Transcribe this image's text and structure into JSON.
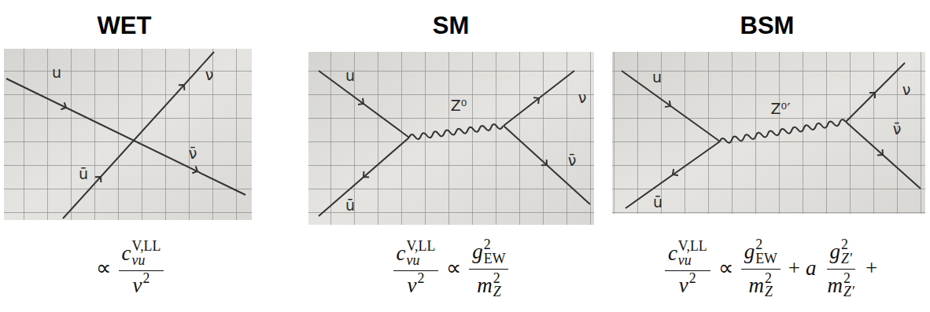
{
  "diagram": {
    "labels": [
      "WET",
      "SM",
      "BSM",
      "u",
      "ν",
      "ū",
      "ν̄",
      "u",
      "Z⁰",
      "ν",
      "ū",
      "ν̄",
      "u",
      "Z⁰′",
      "ν",
      "ū",
      "ν̄",
      "∝",
      "c",
      "V,LL",
      "νu",
      "v",
      "2",
      "c",
      "V,LL",
      "νu",
      "v",
      "2",
      "∝",
      "g",
      "2",
      "EW",
      "m",
      "2",
      "Z",
      "c",
      "V,LL",
      "νu",
      "v",
      "2",
      "∝",
      "g",
      "2",
      "EW",
      "m",
      "2",
      "Z",
      "+",
      "a",
      "g",
      "2",
      "Z′",
      "m",
      "2",
      "Z′",
      "+"
    ]
  }
}
